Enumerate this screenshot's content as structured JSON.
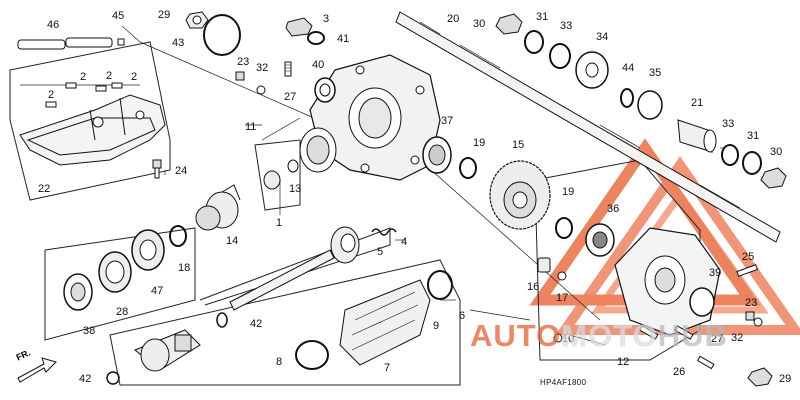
{
  "diagram": {
    "code": "HP4AF1800",
    "direction_label": "FR.",
    "watermark": {
      "part1": "AUTO",
      "part2": "MOTO",
      "part3": "HUB",
      "accent": "#e85a2a",
      "secondary": "#c9cfd5"
    },
    "callouts": [
      "46",
      "45",
      "29",
      "3",
      "43",
      "41",
      "20",
      "30",
      "31",
      "33",
      "34",
      "2",
      "2",
      "2",
      "2",
      "23",
      "32",
      "40",
      "27",
      "11",
      "44",
      "35",
      "21",
      "33",
      "31",
      "30",
      "37",
      "19",
      "15",
      "22",
      "24",
      "13",
      "1",
      "14",
      "19",
      "36",
      "25",
      "4",
      "5",
      "18",
      "47",
      "28",
      "38",
      "42",
      "6",
      "16",
      "17",
      "39",
      "23",
      "32",
      "9",
      "10",
      "12",
      "27",
      "8",
      "7",
      "42",
      "26",
      "29"
    ]
  }
}
